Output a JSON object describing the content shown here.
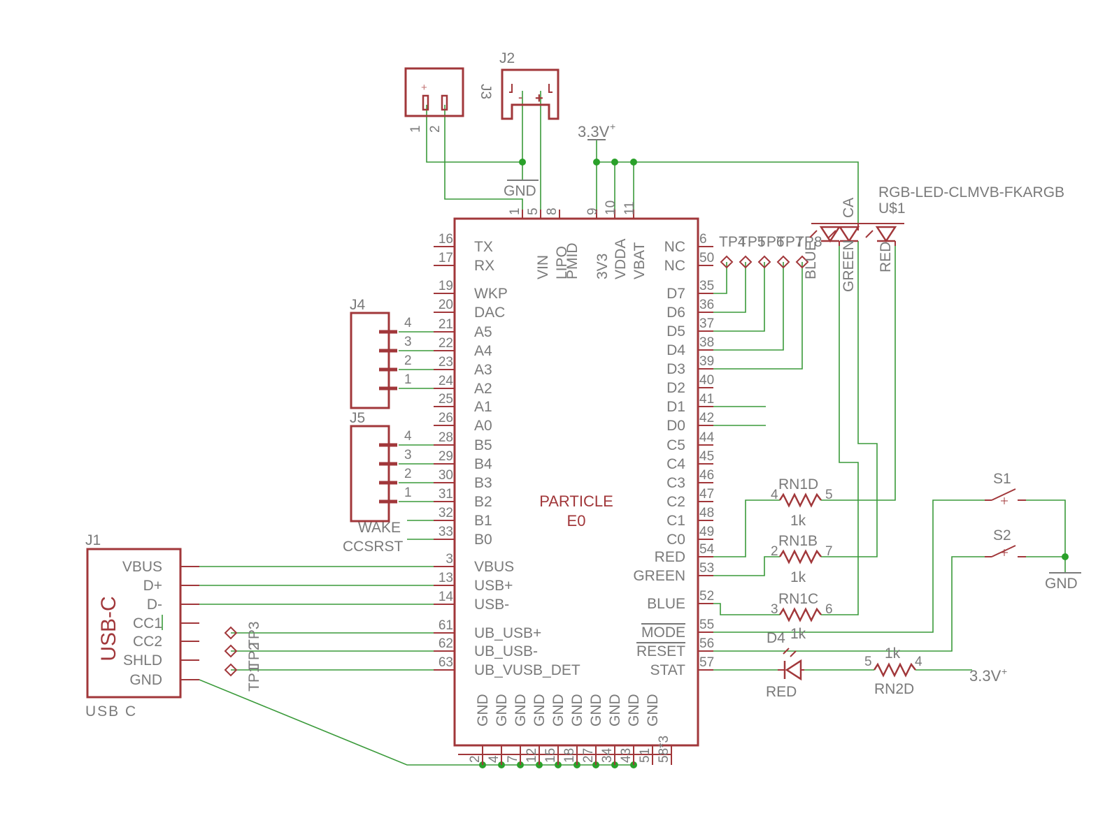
{
  "colors": {
    "symbol": "#a1373a",
    "wire": "#3a9a3a",
    "text": "#7a7a7a",
    "junction": "#2aa12a"
  },
  "mcu": {
    "name": "PARTICLE",
    "value": "E0",
    "left_pins": [
      {
        "num": "16",
        "name": "TX"
      },
      {
        "num": "17",
        "name": "RX"
      },
      {
        "num": "19",
        "name": "WKP"
      },
      {
        "num": "20",
        "name": "DAC"
      },
      {
        "num": "21",
        "name": "A5"
      },
      {
        "num": "22",
        "name": "A4"
      },
      {
        "num": "23",
        "name": "A3"
      },
      {
        "num": "24",
        "name": "A2"
      },
      {
        "num": "25",
        "name": "A1"
      },
      {
        "num": "26",
        "name": "A0"
      },
      {
        "num": "28",
        "name": "B5"
      },
      {
        "num": "29",
        "name": "B4"
      },
      {
        "num": "30",
        "name": "B3"
      },
      {
        "num": "31",
        "name": "B2"
      },
      {
        "num": "32",
        "name": "B1"
      },
      {
        "num": "33",
        "name": "B0"
      },
      {
        "num": "3",
        "name": "VBUS"
      },
      {
        "num": "13",
        "name": "USB+"
      },
      {
        "num": "14",
        "name": "USB-"
      },
      {
        "num": "61",
        "name": "UB_USB+"
      },
      {
        "num": "62",
        "name": "UB_USB-"
      },
      {
        "num": "63",
        "name": "UB_VUSB_DET"
      }
    ],
    "right_pins": [
      {
        "num": "6",
        "name": "NC"
      },
      {
        "num": "50",
        "name": "NC"
      },
      {
        "num": "35",
        "name": "D7"
      },
      {
        "num": "36",
        "name": "D6"
      },
      {
        "num": "37",
        "name": "D5"
      },
      {
        "num": "38",
        "name": "D4"
      },
      {
        "num": "39",
        "name": "D3"
      },
      {
        "num": "40",
        "name": "D2"
      },
      {
        "num": "41",
        "name": "D1"
      },
      {
        "num": "42",
        "name": "D0"
      },
      {
        "num": "44",
        "name": "C5"
      },
      {
        "num": "45",
        "name": "C4"
      },
      {
        "num": "46",
        "name": "C3"
      },
      {
        "num": "47",
        "name": "C2"
      },
      {
        "num": "48",
        "name": "C1"
      },
      {
        "num": "49",
        "name": "C0"
      },
      {
        "num": "54",
        "name": "RED"
      },
      {
        "num": "53",
        "name": "GREEN"
      },
      {
        "num": "52",
        "name": "BLUE"
      },
      {
        "num": "55",
        "name": "MODE"
      },
      {
        "num": "56",
        "name": "RESET"
      },
      {
        "num": "57",
        "name": "STAT"
      }
    ],
    "top_pins": [
      {
        "num": "1",
        "name": ""
      },
      {
        "num": "5",
        "name": "VIN"
      },
      {
        "num": "8",
        "name": "LIPO"
      },
      {
        "num": "",
        "name": "PMID"
      },
      {
        "num": "9",
        "name": "3V3"
      },
      {
        "num": "10",
        "name": "VDDA"
      },
      {
        "num": "11",
        "name": "VBAT"
      }
    ],
    "bottom_pins": [
      {
        "num": "2",
        "name": "GND"
      },
      {
        "num": "4",
        "name": "GND"
      },
      {
        "num": "7",
        "name": "GND"
      },
      {
        "num": "12",
        "name": "GND"
      },
      {
        "num": "15",
        "name": "GND"
      },
      {
        "num": "18",
        "name": "GND"
      },
      {
        "num": "27",
        "name": "GND"
      },
      {
        "num": "34",
        "name": "GND"
      },
      {
        "num": "43",
        "name": "GND"
      },
      {
        "num": "51",
        "name": "GND"
      },
      {
        "num": "58*3",
        "name": ""
      }
    ]
  },
  "usb": {
    "ref": "J1",
    "title": "USB-C",
    "value": "USB C",
    "pins": [
      "VBUS",
      "D+",
      "D-",
      "CC1",
      "CC2",
      "SHLD",
      "GND"
    ]
  },
  "testpoints_left": [
    "TP1",
    "TP2",
    "TP3"
  ],
  "testpoints_right": [
    "TP4",
    "TP5",
    "TP6",
    "TP7",
    "TP8"
  ],
  "j2": {
    "ref": "J2",
    "minus": "-",
    "plus": "+"
  },
  "j3": {
    "ref": "J3",
    "plus": "+",
    "pin1": "1",
    "pin2": "2"
  },
  "j4": {
    "ref": "J4",
    "pins": [
      "4",
      "3",
      "2",
      "1"
    ]
  },
  "j5": {
    "ref": "J5",
    "pins": [
      "4",
      "3",
      "2",
      "1"
    ]
  },
  "net_labels": {
    "wake": "WAKE",
    "ccsrst": "CCSRST",
    "gnd": "GND",
    "v33": "3.3V",
    "plus": "+"
  },
  "rgb_led": {
    "part": "RGB-LED-CLMVB-FKARGB",
    "ref": "U$1",
    "ca": "CA",
    "blue": "BLUE",
    "green": "GREEN",
    "red": "RED"
  },
  "resistors": [
    {
      "ref": "RN1D",
      "value": "1k",
      "p1": "4",
      "p2": "5"
    },
    {
      "ref": "RN1B",
      "value": "1k",
      "p1": "2",
      "p2": "7"
    },
    {
      "ref": "RN1C",
      "value": "1k",
      "p1": "3",
      "p2": "6"
    },
    {
      "ref": "RN2D",
      "value": "1k",
      "p1": "5",
      "p2": "4"
    }
  ],
  "led_d4": {
    "ref": "D4",
    "value": "RED"
  },
  "switches": [
    {
      "ref": "S1"
    },
    {
      "ref": "S2"
    }
  ]
}
